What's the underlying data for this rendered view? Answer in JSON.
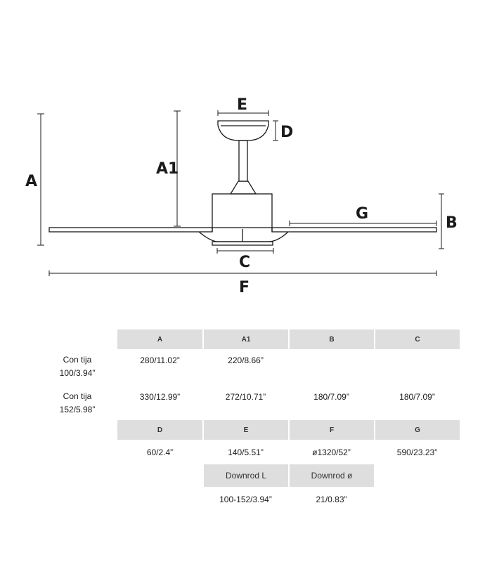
{
  "diagram": {
    "labels": {
      "A": "A",
      "A1": "A1",
      "B": "B",
      "C": "C",
      "D": "D",
      "E": "E",
      "F": "F",
      "G": "G"
    }
  },
  "table1": {
    "headers": [
      "A",
      "A1",
      "B",
      "C"
    ],
    "rows": [
      {
        "label_line1": "Con tija",
        "label_line2": "100/3.94”",
        "values": [
          "280/11.02”",
          "220/8.66”",
          "",
          ""
        ]
      },
      {
        "label_line1": "Con tija",
        "label_line2": "152/5.98”",
        "values": [
          "330/12.99”",
          "272/10.71”",
          "180/7.09”",
          "180/7.09”"
        ]
      }
    ]
  },
  "table2": {
    "headers": [
      "D",
      "E",
      "F",
      "G"
    ],
    "values": [
      "60/2.4”",
      "140/5.51”",
      "ø1320/52”",
      "590/23.23”"
    ]
  },
  "table3": {
    "headers": [
      "Downrod L",
      "Downrod ø"
    ],
    "values": [
      "100-152/3.94”",
      "21/0.83”"
    ]
  }
}
